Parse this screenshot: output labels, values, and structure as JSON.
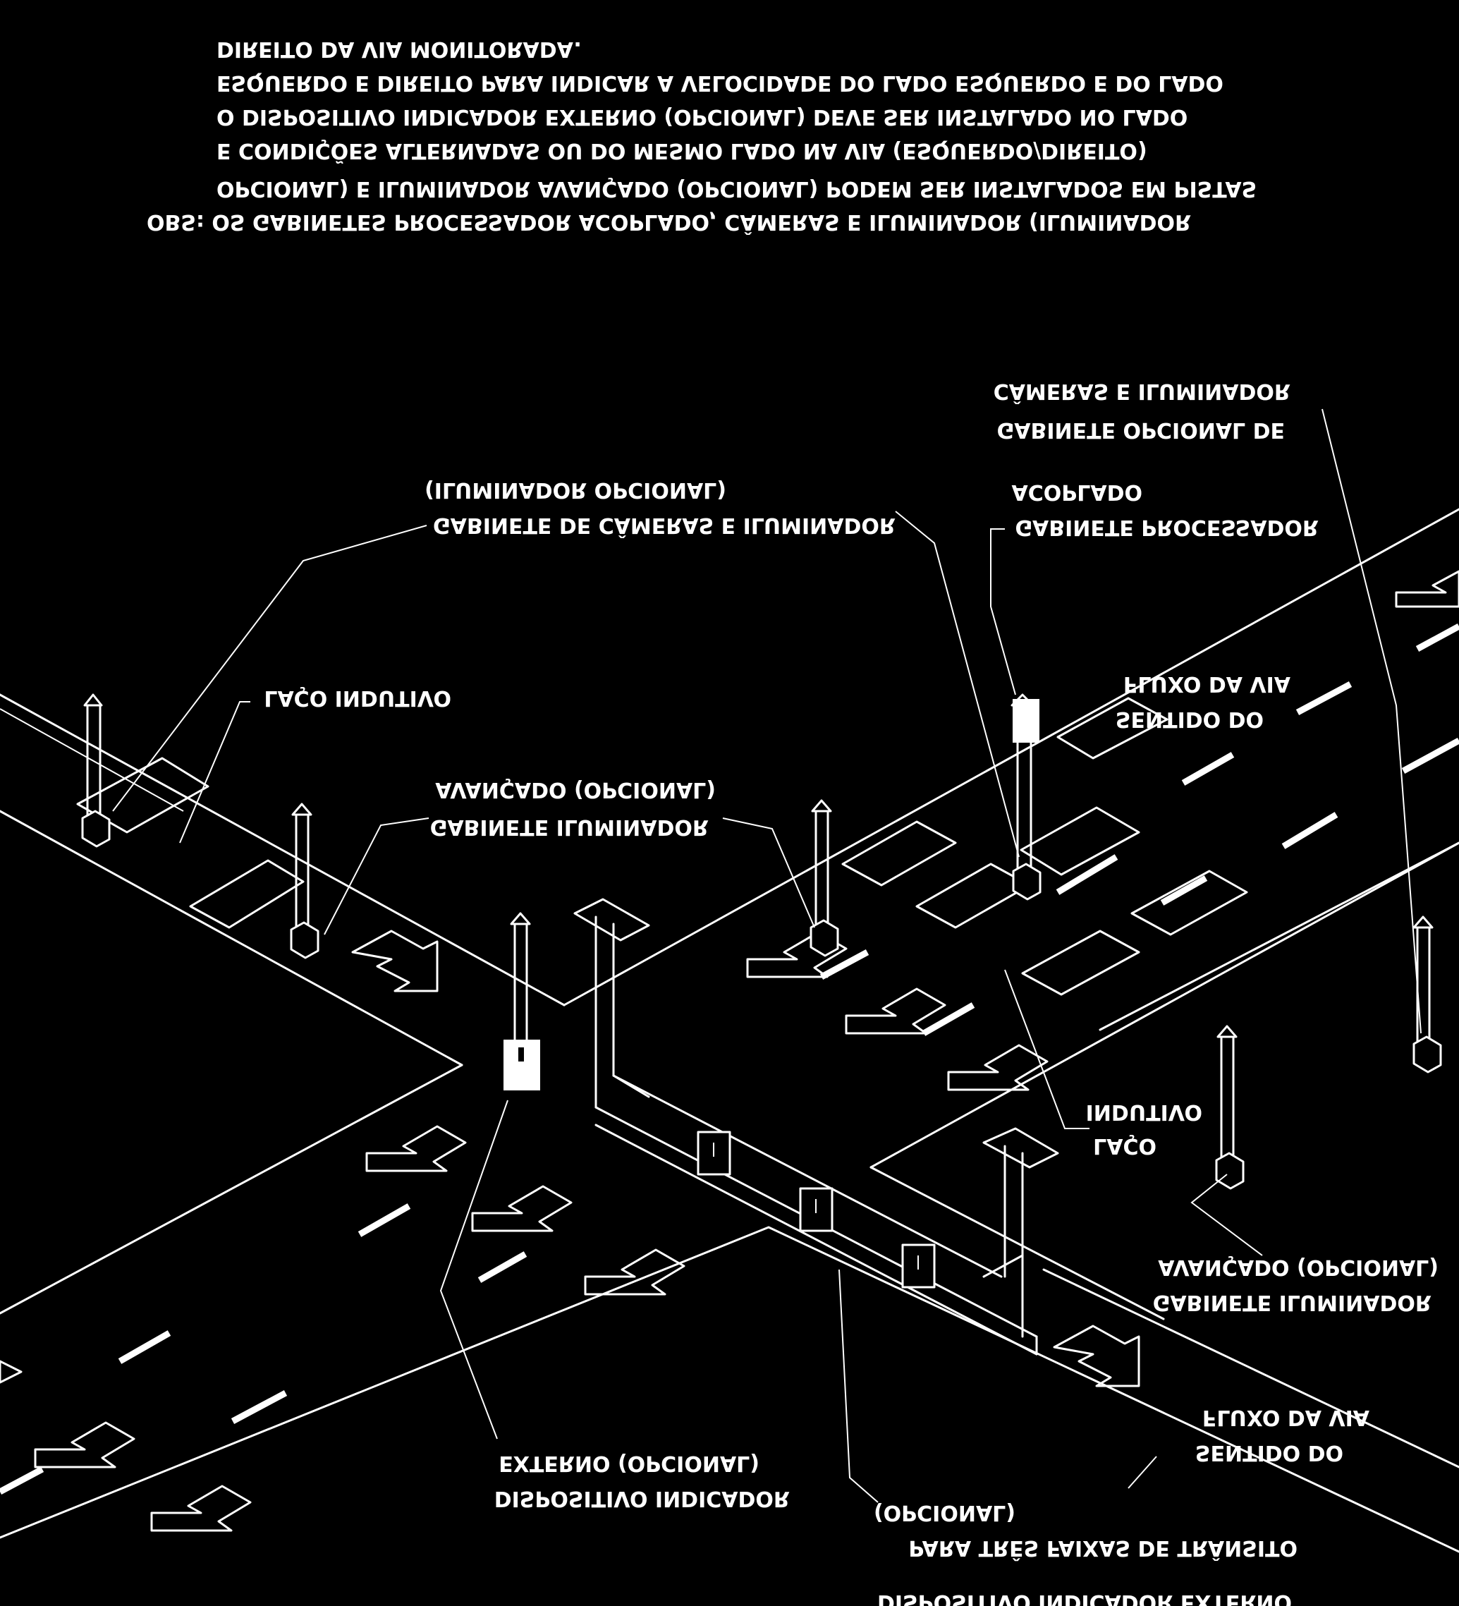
{
  "notes": {
    "lines": [
      "DIREITO DA VIA MONITORADA.",
      "ESQUERDO E DIREITO PARA INDICAR A VELOCIDADE DO LADO ESQUERDO E DO LADO",
      "O DISPOSITIVO INDICADOR EXTERNO (OPCIONAL) DEVE SER INSTALADO NO LADO",
      "E CONDIÇÕES ALTERNADAS OU DO MESMO LADO NA VIA (ESQUERDO/DIREITO)",
      "OPCIONAL) E ILUMINADOR AVANÇADO (OPCIONAL) PODEM SER INSTALADOS EM PISTAS",
      "OBS: OS GABINETES  PROCESSADOR ACOPLADO, CÂMERAS  E ILUMINADOR (ILUMINADOR"
    ]
  },
  "labels": {
    "cab_opt_1": "CÂMERAS E ILUMINADOR",
    "cab_opt_2": "GABINETE OPCIONAL DE",
    "cam_1": "(ILUMINADOR OPCIONAL)",
    "cam_2": "GABINETE DE CÂMERAS E ILUMINADOR",
    "proc_1": "ACOPLADO",
    "proc_2": "GABINETE PROCESSADOR",
    "laco_top": "LAÇO INDUTIVO",
    "flow_tr_1": "FLUXO DA VIA",
    "flow_tr_2": "SENTIDO DO",
    "ilum_c_1": "AVANÇADO (OPCIONAL)",
    "ilum_c_2": "GABINETE ILUMINADOR",
    "laco_mid_1": "INDUTIVO",
    "laco_mid_2": "LAÇO",
    "ilum_r_1": "AVANÇADO (OPCIONAL)",
    "ilum_r_2": "GABINETE ILUMINADOR",
    "flow_br_1": "FLUXO DA VIA",
    "flow_br_2": "SENTIDO DO",
    "ext_1": "EXTERNO (OPCIONAL)",
    "ext_2": "DISPOSITIVO INDICADOR",
    "three_1": "(OPCIONAL)",
    "three_2": "PARA TRÊS FAIXAS DE TRÂNSITO",
    "three_3": "DISPOSITIVO INDICADOR EXTERNO"
  },
  "colors": {
    "background": "#000000",
    "linework": "#ffffff"
  }
}
